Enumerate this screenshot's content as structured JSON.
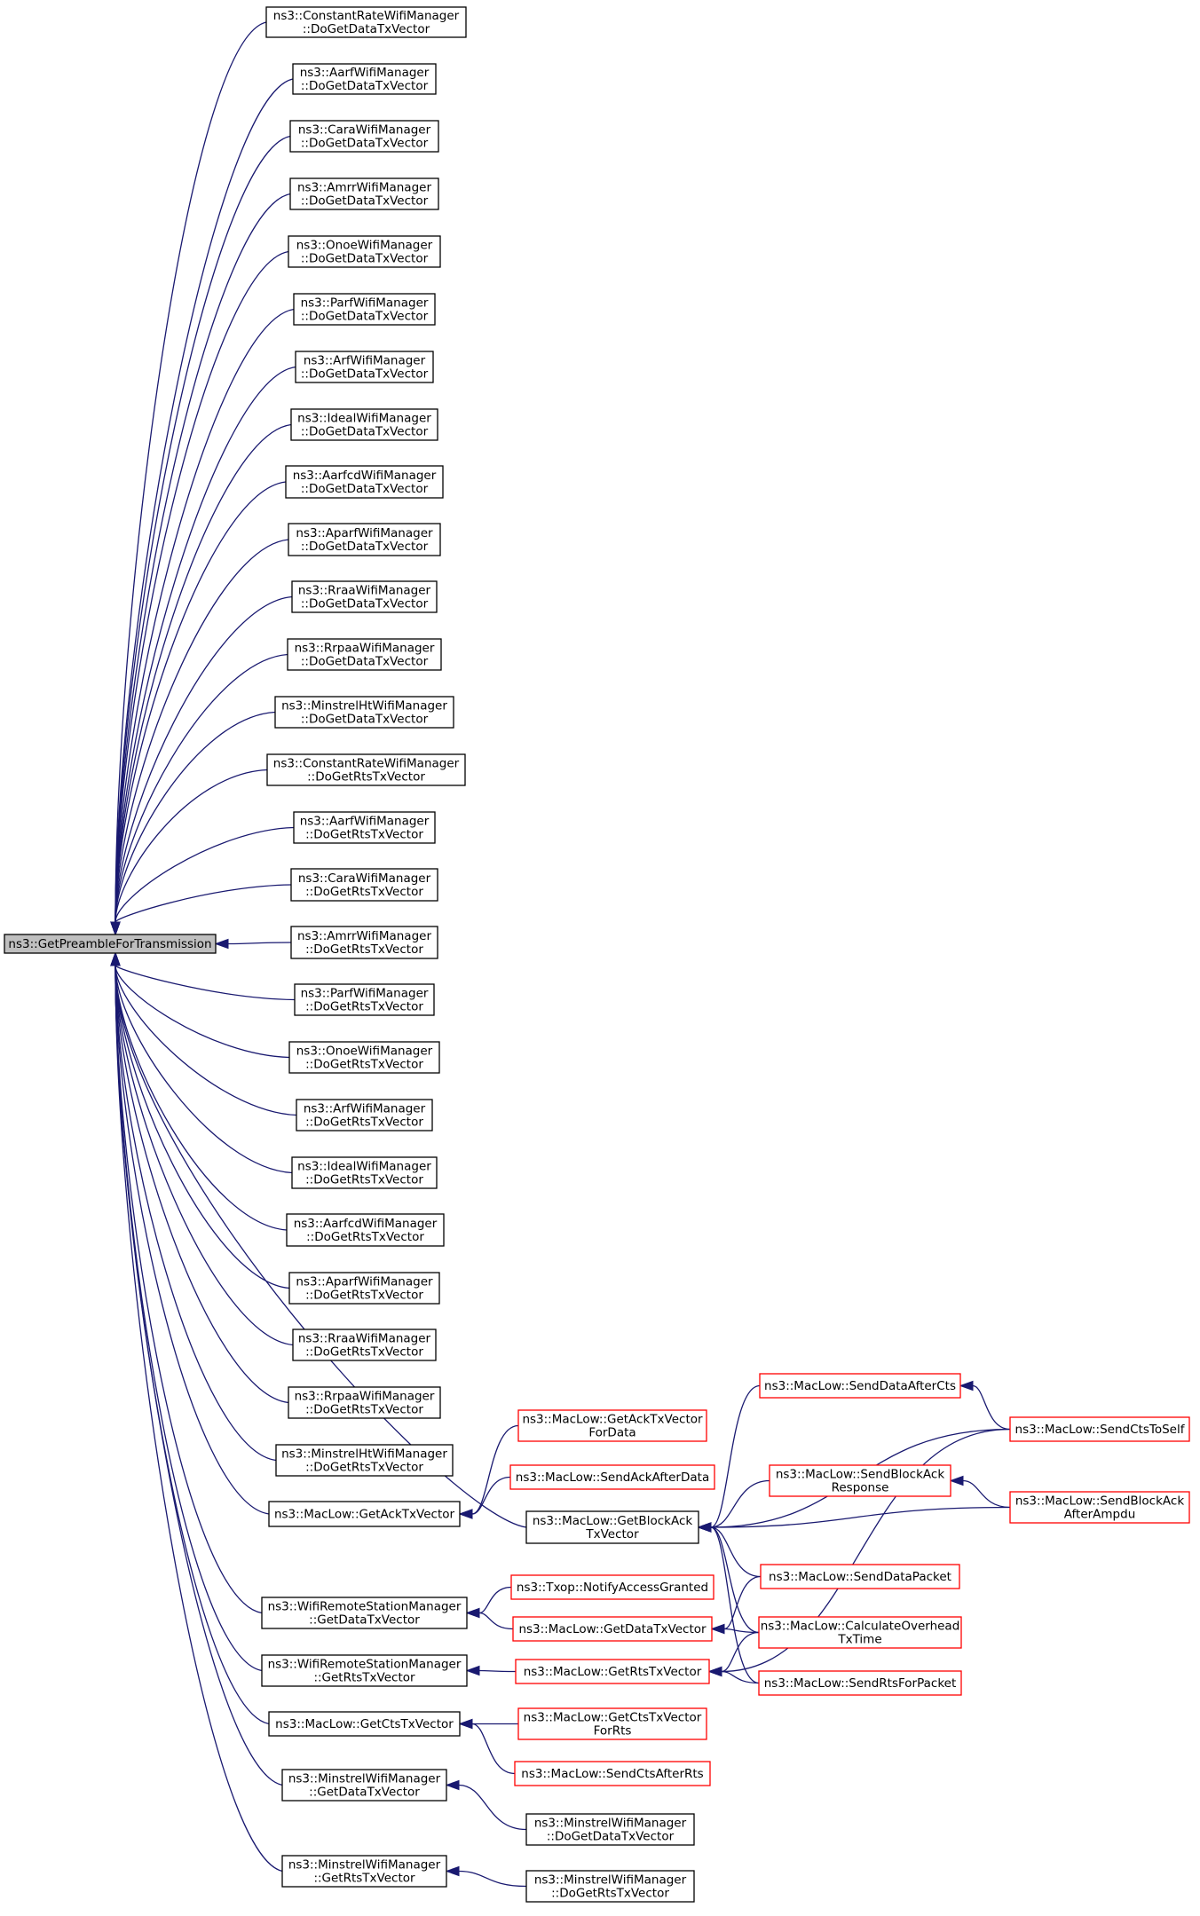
{
  "colors": {
    "edge": "#191970",
    "node_border": "#000000",
    "link_border": "#ff0000",
    "focus_fill": "#bfbfbf"
  },
  "focus": {
    "id": "gpft",
    "lines": [
      "ns3::GetPreambleForTransmission"
    ]
  },
  "nodes": [
    {
      "id": "cr_data",
      "lines": [
        "ns3::ConstantRateWifiManager",
        "::DoGetDataTxVector"
      ]
    },
    {
      "id": "aarf_data",
      "lines": [
        "ns3::AarfWifiManager",
        "::DoGetDataTxVector"
      ]
    },
    {
      "id": "cara_data",
      "lines": [
        "ns3::CaraWifiManager",
        "::DoGetDataTxVector"
      ]
    },
    {
      "id": "amrr_data",
      "lines": [
        "ns3::AmrrWifiManager",
        "::DoGetDataTxVector"
      ]
    },
    {
      "id": "onoe_data",
      "lines": [
        "ns3::OnoeWifiManager",
        "::DoGetDataTxVector"
      ]
    },
    {
      "id": "parf_data",
      "lines": [
        "ns3::ParfWifiManager",
        "::DoGetDataTxVector"
      ]
    },
    {
      "id": "arf_data",
      "lines": [
        "ns3::ArfWifiManager",
        "::DoGetDataTxVector"
      ]
    },
    {
      "id": "ideal_data",
      "lines": [
        "ns3::IdealWifiManager",
        "::DoGetDataTxVector"
      ]
    },
    {
      "id": "aarfcd_data",
      "lines": [
        "ns3::AarfcdWifiManager",
        "::DoGetDataTxVector"
      ]
    },
    {
      "id": "aparf_data",
      "lines": [
        "ns3::AparfWifiManager",
        "::DoGetDataTxVector"
      ]
    },
    {
      "id": "rraa_data",
      "lines": [
        "ns3::RraaWifiManager",
        "::DoGetDataTxVector"
      ]
    },
    {
      "id": "rrpaa_data",
      "lines": [
        "ns3::RrpaaWifiManager",
        "::DoGetDataTxVector"
      ]
    },
    {
      "id": "mht_data",
      "lines": [
        "ns3::MinstrelHtWifiManager",
        "::DoGetDataTxVector"
      ]
    },
    {
      "id": "cr_rts",
      "lines": [
        "ns3::ConstantRateWifiManager",
        "::DoGetRtsTxVector"
      ]
    },
    {
      "id": "aarf_rts",
      "lines": [
        "ns3::AarfWifiManager",
        "::DoGetRtsTxVector"
      ]
    },
    {
      "id": "cara_rts",
      "lines": [
        "ns3::CaraWifiManager",
        "::DoGetRtsTxVector"
      ]
    },
    {
      "id": "amrr_rts",
      "lines": [
        "ns3::AmrrWifiManager",
        "::DoGetRtsTxVector"
      ]
    },
    {
      "id": "parf_rts",
      "lines": [
        "ns3::ParfWifiManager",
        "::DoGetRtsTxVector"
      ]
    },
    {
      "id": "onoe_rts",
      "lines": [
        "ns3::OnoeWifiManager",
        "::DoGetRtsTxVector"
      ]
    },
    {
      "id": "arf_rts",
      "lines": [
        "ns3::ArfWifiManager",
        "::DoGetRtsTxVector"
      ]
    },
    {
      "id": "ideal_rts",
      "lines": [
        "ns3::IdealWifiManager",
        "::DoGetRtsTxVector"
      ]
    },
    {
      "id": "aarfcd_rts",
      "lines": [
        "ns3::AarfcdWifiManager",
        "::DoGetRtsTxVector"
      ]
    },
    {
      "id": "aparf_rts",
      "lines": [
        "ns3::AparfWifiManager",
        "::DoGetRtsTxVector"
      ]
    },
    {
      "id": "rraa_rts",
      "lines": [
        "ns3::RraaWifiManager",
        "::DoGetRtsTxVector"
      ]
    },
    {
      "id": "rrpaa_rts",
      "lines": [
        "ns3::RrpaaWifiManager",
        "::DoGetRtsTxVector"
      ]
    },
    {
      "id": "mht_rts",
      "lines": [
        "ns3::MinstrelHtWifiManager",
        "::DoGetRtsTxVector"
      ]
    },
    {
      "id": "getack",
      "lines": [
        "ns3::MacLow::GetAckTxVector"
      ]
    },
    {
      "id": "getblockack",
      "lines": [
        "ns3::MacLow::GetBlockAck",
        "TxVector"
      ]
    },
    {
      "id": "wrsm_data",
      "lines": [
        "ns3::WifiRemoteStationManager",
        "::GetDataTxVector"
      ]
    },
    {
      "id": "wrsm_rts",
      "lines": [
        "ns3::WifiRemoteStationManager",
        "::GetRtsTxVector"
      ]
    },
    {
      "id": "getcts",
      "lines": [
        "ns3::MacLow::GetCtsTxVector"
      ]
    },
    {
      "id": "min_getdata",
      "lines": [
        "ns3::MinstrelWifiManager",
        "::GetDataTxVector"
      ]
    },
    {
      "id": "min_getrts",
      "lines": [
        "ns3::MinstrelWifiManager",
        "::GetRtsTxVector"
      ]
    },
    {
      "id": "getackfordata",
      "lines": [
        "ns3::MacLow::GetAckTxVector",
        "ForData"
      ],
      "link": true
    },
    {
      "id": "sendackafterdata",
      "lines": [
        "ns3::MacLow::SendAckAfterData"
      ],
      "link": true
    },
    {
      "id": "notify",
      "lines": [
        "ns3::Txop::NotifyAccessGranted"
      ],
      "link": true
    },
    {
      "id": "ml_getdata",
      "lines": [
        "ns3::MacLow::GetDataTxVector"
      ],
      "link": true
    },
    {
      "id": "ml_getrts",
      "lines": [
        "ns3::MacLow::GetRtsTxVector"
      ],
      "link": true
    },
    {
      "id": "getctsforrts",
      "lines": [
        "ns3::MacLow::GetCtsTxVector",
        "ForRts"
      ],
      "link": true
    },
    {
      "id": "sendctsafterrts",
      "lines": [
        "ns3::MacLow::SendCtsAfterRts"
      ],
      "link": true
    },
    {
      "id": "min_dodata",
      "lines": [
        "ns3::MinstrelWifiManager",
        "::DoGetDataTxVector"
      ]
    },
    {
      "id": "min_dorts",
      "lines": [
        "ns3::MinstrelWifiManager",
        "::DoGetRtsTxVector"
      ]
    },
    {
      "id": "senddataaftercts",
      "lines": [
        "ns3::MacLow::SendDataAfterCts"
      ],
      "link": true
    },
    {
      "id": "sendblockackresp",
      "lines": [
        "ns3::MacLow::SendBlockAck",
        "Response"
      ],
      "link": true
    },
    {
      "id": "senddatapacket",
      "lines": [
        "ns3::MacLow::SendDataPacket"
      ],
      "link": true
    },
    {
      "id": "calcoverhead",
      "lines": [
        "ns3::MacLow::CalculateOverhead",
        "TxTime"
      ],
      "link": true
    },
    {
      "id": "sendrtsforpacket",
      "lines": [
        "ns3::MacLow::SendRtsForPacket"
      ],
      "link": true
    },
    {
      "id": "sendctstoself",
      "lines": [
        "ns3::MacLow::SendCtsToSelf"
      ],
      "link": true
    },
    {
      "id": "sendblockackampdu",
      "lines": [
        "ns3::MacLow::SendBlockAck",
        "AfterAmpdu"
      ],
      "link": true
    }
  ],
  "edges": [
    [
      "cr_data",
      "gpft"
    ],
    [
      "aarf_data",
      "gpft"
    ],
    [
      "cara_data",
      "gpft"
    ],
    [
      "amrr_data",
      "gpft"
    ],
    [
      "onoe_data",
      "gpft"
    ],
    [
      "parf_data",
      "gpft"
    ],
    [
      "arf_data",
      "gpft"
    ],
    [
      "ideal_data",
      "gpft"
    ],
    [
      "aarfcd_data",
      "gpft"
    ],
    [
      "aparf_data",
      "gpft"
    ],
    [
      "rraa_data",
      "gpft"
    ],
    [
      "rrpaa_data",
      "gpft"
    ],
    [
      "mht_data",
      "gpft"
    ],
    [
      "cr_rts",
      "gpft"
    ],
    [
      "aarf_rts",
      "gpft"
    ],
    [
      "cara_rts",
      "gpft"
    ],
    [
      "amrr_rts",
      "gpft"
    ],
    [
      "parf_rts",
      "gpft"
    ],
    [
      "onoe_rts",
      "gpft"
    ],
    [
      "arf_rts",
      "gpft"
    ],
    [
      "ideal_rts",
      "gpft"
    ],
    [
      "aarfcd_rts",
      "gpft"
    ],
    [
      "aparf_rts",
      "gpft"
    ],
    [
      "rraa_rts",
      "gpft"
    ],
    [
      "rrpaa_rts",
      "gpft"
    ],
    [
      "mht_rts",
      "gpft"
    ],
    [
      "getack",
      "gpft"
    ],
    [
      "getblockack",
      "gpft"
    ],
    [
      "wrsm_data",
      "gpft"
    ],
    [
      "wrsm_rts",
      "gpft"
    ],
    [
      "getcts",
      "gpft"
    ],
    [
      "min_getdata",
      "gpft"
    ],
    [
      "min_getrts",
      "gpft"
    ],
    [
      "getackfordata",
      "getack"
    ],
    [
      "sendackafterdata",
      "getack"
    ],
    [
      "notify",
      "wrsm_data"
    ],
    [
      "ml_getdata",
      "wrsm_data"
    ],
    [
      "ml_getrts",
      "wrsm_rts"
    ],
    [
      "getctsforrts",
      "getcts"
    ],
    [
      "sendctsafterrts",
      "getcts"
    ],
    [
      "min_dodata",
      "min_getdata"
    ],
    [
      "min_dorts",
      "min_getrts"
    ],
    [
      "senddataaftercts",
      "getblockack"
    ],
    [
      "sendctstoself",
      "getblockack"
    ],
    [
      "sendblockackresp",
      "getblockack"
    ],
    [
      "sendblockackampdu",
      "getblockack"
    ],
    [
      "senddatapacket",
      "getblockack"
    ],
    [
      "calcoverhead",
      "getblockack"
    ],
    [
      "sendrtsforpacket",
      "getblockack"
    ],
    [
      "senddatapacket",
      "ml_getdata"
    ],
    [
      "calcoverhead",
      "ml_getdata"
    ],
    [
      "calcoverhead",
      "ml_getrts"
    ],
    [
      "sendrtsforpacket",
      "ml_getrts"
    ],
    [
      "sendctstoself",
      "ml_getrts"
    ],
    [
      "sendctstoself",
      "senddataaftercts"
    ],
    [
      "sendblockackampdu",
      "sendblockackresp"
    ]
  ]
}
